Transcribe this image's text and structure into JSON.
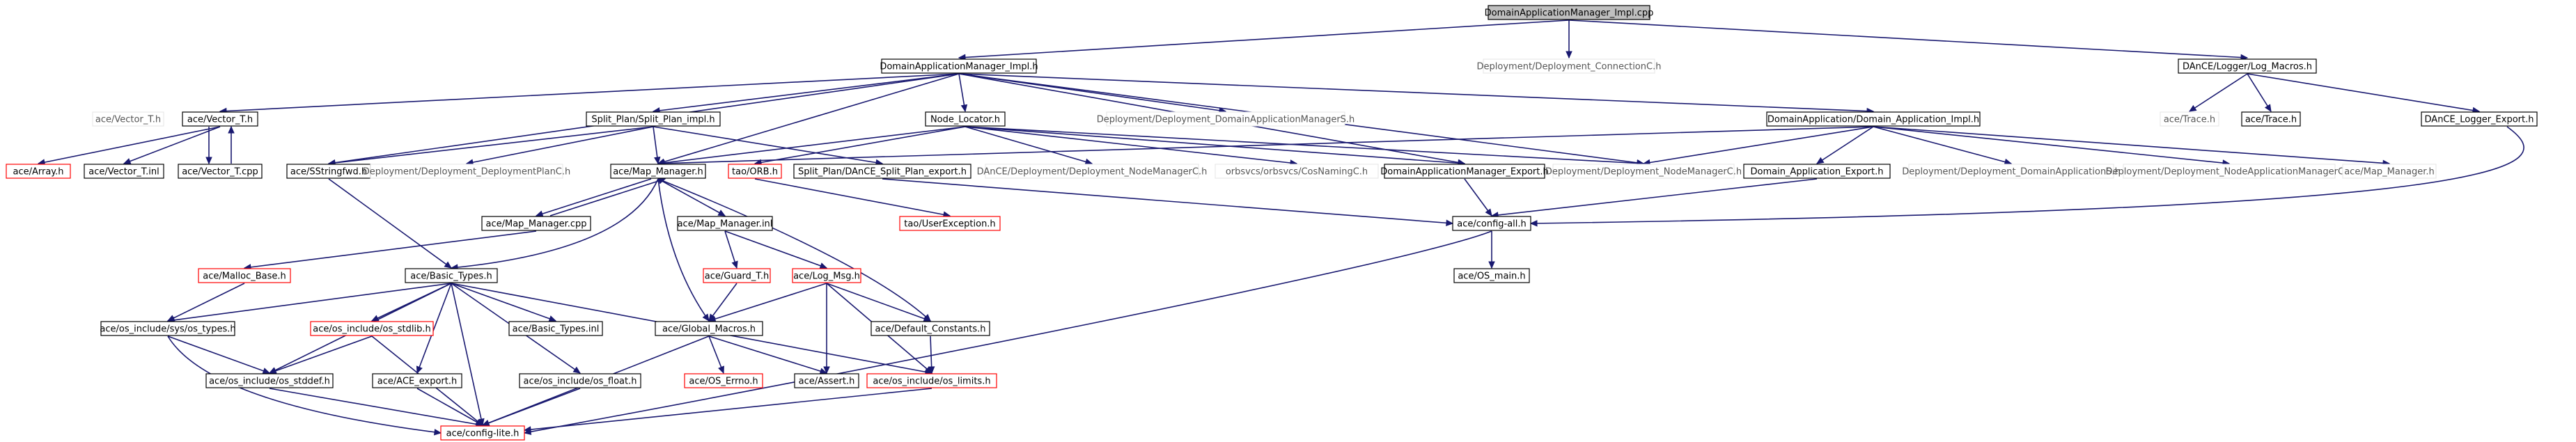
{
  "graph": {
    "colors": {
      "edge": "#191970",
      "normal_border": "#000000",
      "missing_border": "#ff0000",
      "root_fill": "#bfbfbf",
      "external_text": "#000000"
    },
    "nodes": [
      {
        "id": "root",
        "label": "DomainApplicationManager_Impl.cpp",
        "style": "root"
      },
      {
        "id": "damimpl",
        "label": "DomainApplicationManager_Impl.h",
        "style": "normal"
      },
      {
        "id": "depconnc",
        "label": "Deployment/Deployment_ConnectionC.h",
        "style": "external"
      },
      {
        "id": "logmacros",
        "label": "DAnCE/Logger/Log_Macros.h",
        "style": "normal"
      },
      {
        "id": "vectorth_ext",
        "label": "ace/Vector_T.h",
        "style": "external"
      },
      {
        "id": "vectorth",
        "label": "ace/Vector_T.h",
        "style": "normal"
      },
      {
        "id": "splitplanimpl",
        "label": "Split_Plan/Split_Plan_impl.h",
        "style": "normal"
      },
      {
        "id": "nodelocator",
        "label": "Node_Locator.h",
        "style": "normal"
      },
      {
        "id": "depdamS",
        "label": "Deployment/Deployment_DomainApplicationManagerS.h",
        "style": "external"
      },
      {
        "id": "daimpl",
        "label": "DomainApplication/Domain_Application_Impl.h",
        "style": "normal"
      },
      {
        "id": "acetrace_ext",
        "label": "ace/Trace.h",
        "style": "external"
      },
      {
        "id": "acetrace",
        "label": "ace/Trace.h",
        "style": "normal"
      },
      {
        "id": "loggerexport",
        "label": "DAnCE_Logger_Export.h",
        "style": "normal"
      },
      {
        "id": "acearray",
        "label": "ace/Array.h",
        "style": "missing"
      },
      {
        "id": "vectortinl",
        "label": "ace/Vector_T.inl",
        "style": "normal"
      },
      {
        "id": "vectortcpp",
        "label": "ace/Vector_T.cpp",
        "style": "normal"
      },
      {
        "id": "sstringfwd",
        "label": "ace/SStringfwd.h",
        "style": "normal"
      },
      {
        "id": "depplanc",
        "label": "Deployment/Deployment_DeploymentPlanC.h",
        "style": "external"
      },
      {
        "id": "mapmanager",
        "label": "ace/Map_Manager.h",
        "style": "normal"
      },
      {
        "id": "taoorb",
        "label": "tao/ORB.h",
        "style": "missing"
      },
      {
        "id": "splitexport",
        "label": "Split_Plan/DAnCE_Split_Plan_export.h",
        "style": "normal"
      },
      {
        "id": "depnmc1",
        "label": "DAnCE/Deployment/Deployment_NodeManagerC.h",
        "style": "external"
      },
      {
        "id": "cosnaming",
        "label": "orbsvcs/orbsvcs/CosNamingC.h",
        "style": "external"
      },
      {
        "id": "damexport",
        "label": "DomainApplicationManager_Export.h",
        "style": "normal"
      },
      {
        "id": "depnmc2",
        "label": "Deployment/Deployment_NodeManagerC.h",
        "style": "external"
      },
      {
        "id": "daexport",
        "label": "Domain_Application_Export.h",
        "style": "normal"
      },
      {
        "id": "depdaS",
        "label": "Deployment/Deployment_DomainApplicationS.h",
        "style": "external"
      },
      {
        "id": "depnamc",
        "label": "Deployment/Deployment_NodeApplicationManagerC.h",
        "style": "external"
      },
      {
        "id": "mapmanager_ext",
        "label": "ace/Map_Manager.h",
        "style": "external"
      },
      {
        "id": "usrexc",
        "label": "tao/UserException.h",
        "style": "missing"
      },
      {
        "id": "mapmanagercpp",
        "label": "ace/Map_Manager.cpp",
        "style": "normal"
      },
      {
        "id": "mapmanagerinl",
        "label": "ace/Map_Manager.inl",
        "style": "normal"
      },
      {
        "id": "configall",
        "label": "ace/config-all.h",
        "style": "normal"
      },
      {
        "id": "mallocbase",
        "label": "ace/Malloc_Base.h",
        "style": "missing"
      },
      {
        "id": "guardt",
        "label": "ace/Guard_T.h",
        "style": "missing"
      },
      {
        "id": "logmsg",
        "label": "ace/Log_Msg.h",
        "style": "missing"
      },
      {
        "id": "osmain",
        "label": "ace/OS_main.h",
        "style": "normal"
      },
      {
        "id": "basictypes",
        "label": "ace/Basic_Types.h",
        "style": "normal"
      },
      {
        "id": "ossystypes",
        "label": "ace/os_include/sys/os_types.h",
        "style": "normal"
      },
      {
        "id": "osstdlib",
        "label": "ace/os_include/os_stdlib.h",
        "style": "missing"
      },
      {
        "id": "basictypesinl",
        "label": "ace/Basic_Types.inl",
        "style": "normal"
      },
      {
        "id": "globalmacros",
        "label": "ace/Global_Macros.h",
        "style": "normal"
      },
      {
        "id": "defconst",
        "label": "ace/Default_Constants.h",
        "style": "normal"
      },
      {
        "id": "osstddef",
        "label": "ace/os_include/os_stddef.h",
        "style": "normal"
      },
      {
        "id": "aceexport",
        "label": "ace/ACE_export.h",
        "style": "normal"
      },
      {
        "id": "osfloat",
        "label": "ace/os_include/os_float.h",
        "style": "normal"
      },
      {
        "id": "oserrno",
        "label": "ace/OS_Errno.h",
        "style": "missing"
      },
      {
        "id": "aceassert",
        "label": "ace/Assert.h",
        "style": "normal"
      },
      {
        "id": "oslimits",
        "label": "ace/os_include/os_limits.h",
        "style": "missing"
      },
      {
        "id": "configlite",
        "label": "ace/config-lite.h",
        "style": "missing"
      }
    ]
  }
}
